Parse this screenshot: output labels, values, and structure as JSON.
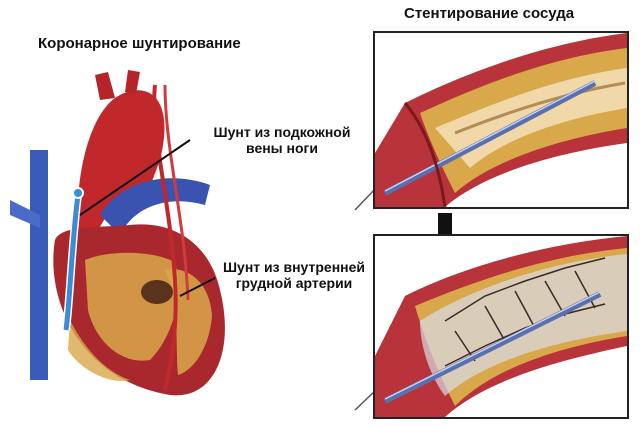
{
  "titles": {
    "cabg": "Коронарное шунтирование",
    "stenting": "Стентирование сосуда"
  },
  "labels": {
    "saphenous_line1": "Шунт из подкожной",
    "saphenous_line2": "вены ноги",
    "ima_line1": "Шунт из внутренней",
    "ima_line2": "грудной артерии"
  },
  "colors": {
    "artery_red": "#c0282c",
    "vein_blue": "#3a5bb8",
    "plaque_yellow": "#d9a84a",
    "vessel_wall": "#b8333a",
    "catheter": "#5a6fb0"
  }
}
